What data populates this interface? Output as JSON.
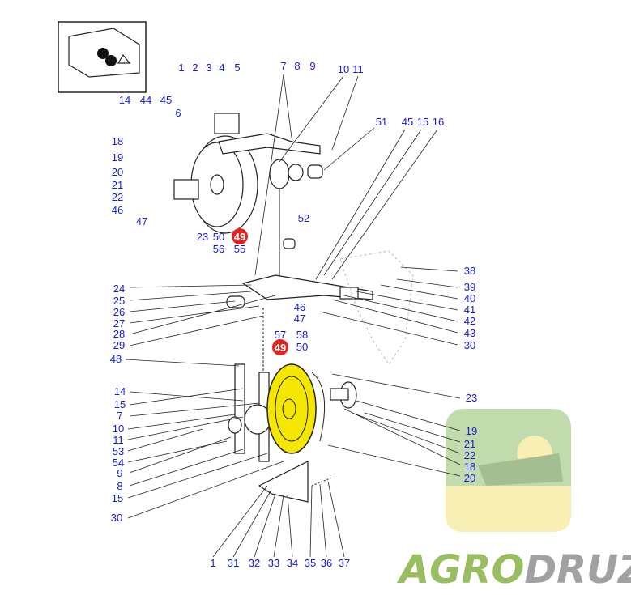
{
  "diagram": {
    "highlighted_part": "49",
    "highlight_color": "#f5e600",
    "label_color": "#1a1adc",
    "callout_color": "#e5201d"
  },
  "labels": {
    "top": [
      "1",
      "2",
      "3",
      "4",
      "5",
      "7",
      "8",
      "9",
      "10",
      "11",
      "14",
      "44",
      "45",
      "6",
      "18",
      "19",
      "20",
      "21",
      "22",
      "46",
      "47",
      "23",
      "50",
      "49",
      "56",
      "55",
      "51",
      "45",
      "15",
      "16",
      "52"
    ],
    "middle_left": [
      "24",
      "25",
      "26",
      "27",
      "28",
      "29"
    ],
    "middle_right": [
      "38",
      "39",
      "40",
      "41",
      "42",
      "43",
      "30"
    ],
    "middle_center": [
      "46",
      "47",
      "57",
      "58",
      "49",
      "50"
    ],
    "lower_left": [
      "48",
      "14",
      "15",
      "7",
      "10",
      "11",
      "53",
      "54",
      "9",
      "8",
      "15",
      "30"
    ],
    "lower_right": [
      "23",
      "19",
      "21",
      "22",
      "18",
      "20"
    ],
    "bottom": [
      "1",
      "31",
      "32",
      "33",
      "34",
      "35",
      "36",
      "37"
    ]
  },
  "watermark": {
    "part1": "AGRO",
    "part2": "DRUZI",
    "green": "#7fae3a",
    "gray": "#8a8a8a"
  }
}
